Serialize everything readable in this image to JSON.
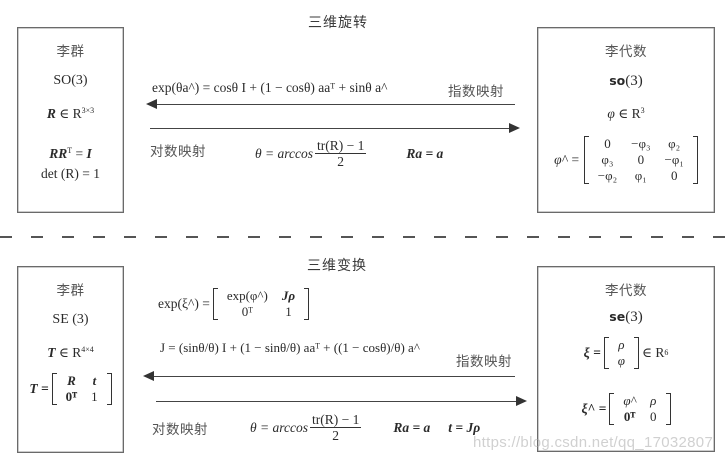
{
  "rotation": {
    "title": "三维旋转",
    "lie_group": {
      "label": "李群",
      "name": "SO(3)",
      "membership_lhs": "R",
      "membership_rel": " ∈ ",
      "membership_space": "R",
      "membership_dim": "3×3",
      "constraint1_lhs": "RR",
      "constraint1_sup": "T",
      "constraint1_rhs": "I",
      "constraint2": "det (R) = 1"
    },
    "lie_algebra": {
      "label": "李代数",
      "name_symbol": "so",
      "name_arg": "(3)",
      "membership_lhs": "φ",
      "membership_rel": " ∈ ",
      "membership_space": "R",
      "membership_dim": "3",
      "hat_lhs": "φ^ =",
      "hat_matrix": [
        [
          "0",
          "−φ₃",
          "φ₂"
        ],
        [
          "φ₃",
          "0",
          "−φ₁"
        ],
        [
          "−φ₂",
          "φ₁",
          "0"
        ]
      ]
    },
    "exp_map": {
      "label": "指数映射",
      "formula": "exp(θa^) = cosθ I + (1 − cosθ) aaᵀ + sinθ a^"
    },
    "log_map": {
      "label": "对数映射",
      "theta_lhs": "θ = arccos",
      "theta_num": "tr(R) − 1",
      "theta_den": "2",
      "axis_eq": "Ra = a"
    }
  },
  "transform": {
    "title": "三维变换",
    "lie_group": {
      "label": "李群",
      "name": "SE (3)",
      "membership_lhs": "T",
      "membership_rel": " ∈ ",
      "membership_space": "R",
      "membership_dim": "4×4",
      "matrix_lhs": "T =",
      "matrix": [
        [
          "R",
          "t"
        ],
        [
          "0ᵀ",
          "1"
        ]
      ]
    },
    "lie_algebra": {
      "label": "李代数",
      "name_symbol": "se",
      "name_arg": "(3)",
      "xi_lhs": "ξ =",
      "xi_vector": [
        "ρ",
        "φ"
      ],
      "xi_space": "∈ R",
      "xi_dim": "6",
      "hat_lhs": "ξ^ =",
      "hat_matrix": [
        [
          "φ^",
          "ρ"
        ],
        [
          "0ᵀ",
          "0"
        ]
      ]
    },
    "exp_map": {
      "label": "指数映射",
      "formula_lhs": "exp(ξ^) =",
      "formula_matrix": [
        [
          "exp(φ^)",
          "Jρ"
        ],
        [
          "0ᵀ",
          "1"
        ]
      ],
      "jacobian": "J = (sinθ/θ) I + (1 − sinθ/θ) aaᵀ + ((1 − cosθ)/θ) a^"
    },
    "log_map": {
      "label": "对数映射",
      "theta_lhs": "θ = arccos",
      "theta_num": "tr(R) − 1",
      "theta_den": "2",
      "axis_eq": "Ra = a",
      "trans_eq": "t = Jρ"
    }
  },
  "watermark": "https://blog.csdn.net/qq_17032807"
}
